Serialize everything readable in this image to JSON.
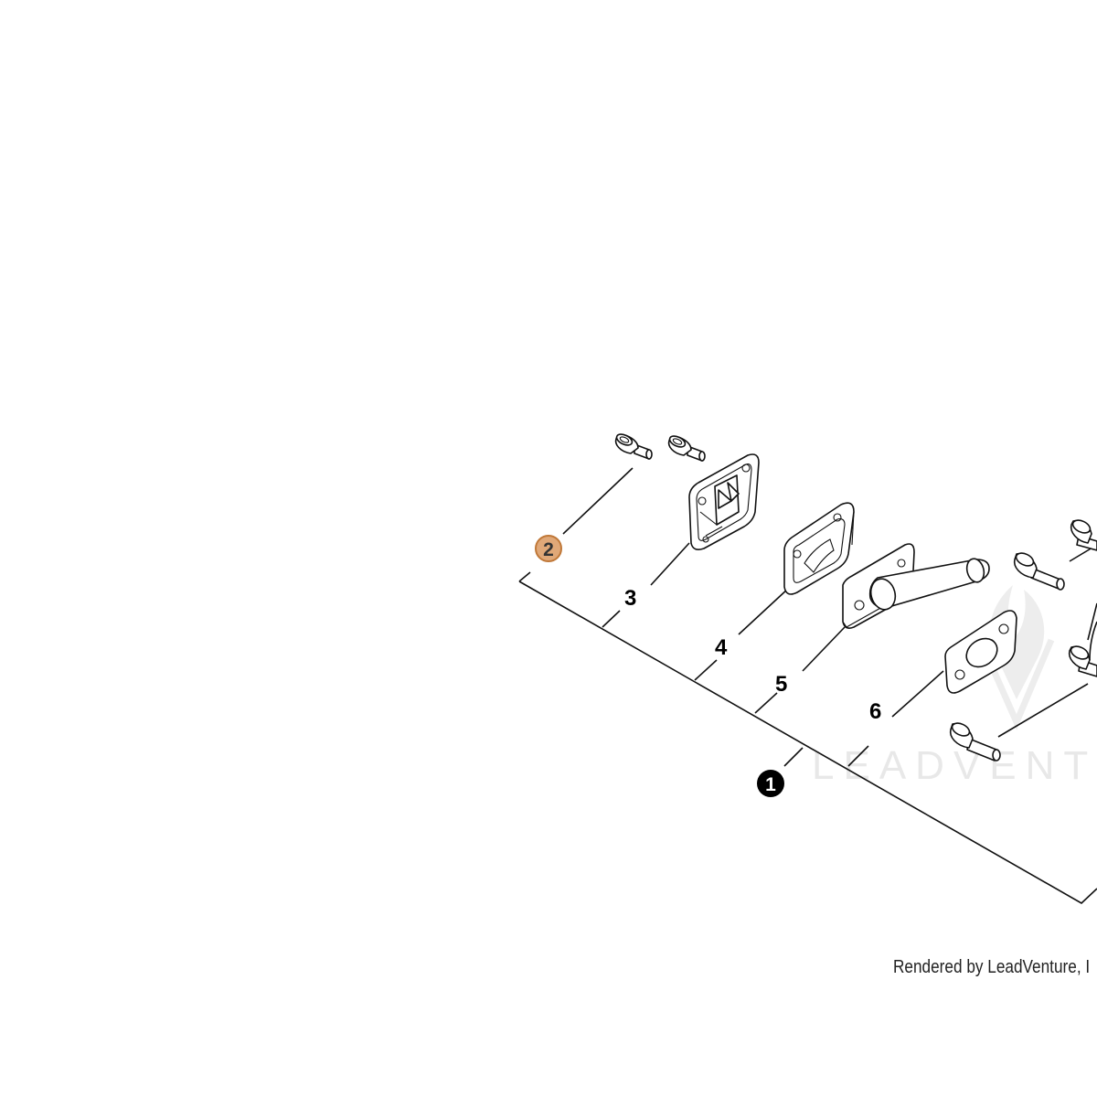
{
  "diagram": {
    "assembly_badge": {
      "label": "1",
      "fill": "#000000",
      "text_color": "#ffffff"
    },
    "highlight_badge": {
      "label": "2",
      "fill": "#e0a878",
      "stroke": "#c07838",
      "text_color": "#333333"
    },
    "callouts": [
      {
        "label": "3",
        "part": "reed-valve-plate"
      },
      {
        "label": "4",
        "part": "gasket"
      },
      {
        "label": "5",
        "part": "intake-pipe"
      },
      {
        "label": "6",
        "part": "insulator-gasket"
      }
    ],
    "parts_icons": [
      "screw-icon",
      "reed-valve-icon",
      "gasket-icon",
      "intake-pipe-icon",
      "insulator-icon"
    ]
  },
  "watermark": {
    "text": "LEADVENT"
  },
  "footer": {
    "credit": "Rendered by LeadVenture, I"
  }
}
